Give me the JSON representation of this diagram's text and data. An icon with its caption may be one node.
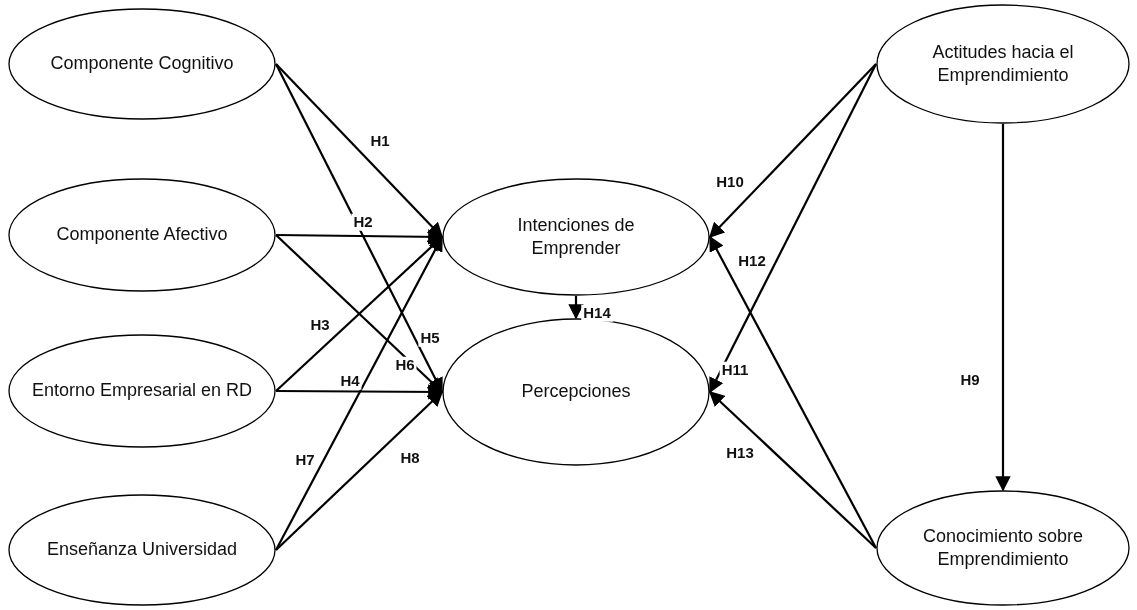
{
  "diagram": {
    "nodes": [
      {
        "text": [
          "Componente Cognitivo"
        ]
      },
      {
        "text": [
          "Componente Afectivo"
        ]
      },
      {
        "text": [
          "Entorno Empresarial en RD"
        ]
      },
      {
        "text": [
          "Enseñanza Universidad"
        ]
      },
      {
        "text": [
          "Intenciones de Emprender"
        ]
      },
      {
        "text": [
          "Percepciones"
        ]
      },
      {
        "text": [
          "Actitudes hacia el Emprendimiento"
        ]
      },
      {
        "text": [
          "Conocimiento sobre Emprendimiento"
        ]
      }
    ],
    "edges": [
      {
        "from": 0,
        "to": 4,
        "arrow": "to",
        "label": "H1"
      },
      {
        "from": 0,
        "to": 5,
        "arrow": "to",
        "label": "H5"
      },
      {
        "from": 1,
        "to": 4,
        "arrow": "to",
        "label": "H2"
      },
      {
        "from": 1,
        "to": 5,
        "arrow": "to",
        "label": "H6"
      },
      {
        "from": 2,
        "to": 4,
        "arrow": "to",
        "label": "H3"
      },
      {
        "from": 2,
        "to": 5,
        "arrow": "to",
        "label": "H4"
      },
      {
        "from": 3,
        "to": 4,
        "arrow": "to",
        "label": "H7"
      },
      {
        "from": 3,
        "to": 5,
        "arrow": "to",
        "label": "H8"
      },
      {
        "from": 6,
        "to": 7,
        "arrow": "to",
        "label": "H9"
      },
      {
        "from": 6,
        "to": 4,
        "arrow": "to",
        "label": "H10"
      },
      {
        "from": 6,
        "to": 5,
        "arrow": "to",
        "label": "H11"
      },
      {
        "from": 7,
        "to": 4,
        "arrow": "to",
        "label": "H12"
      },
      {
        "from": 7,
        "to": 5,
        "arrow": "to",
        "label": "H13"
      },
      {
        "from": 4,
        "to": 5,
        "arrow": "to",
        "label": "H14"
      }
    ]
  }
}
